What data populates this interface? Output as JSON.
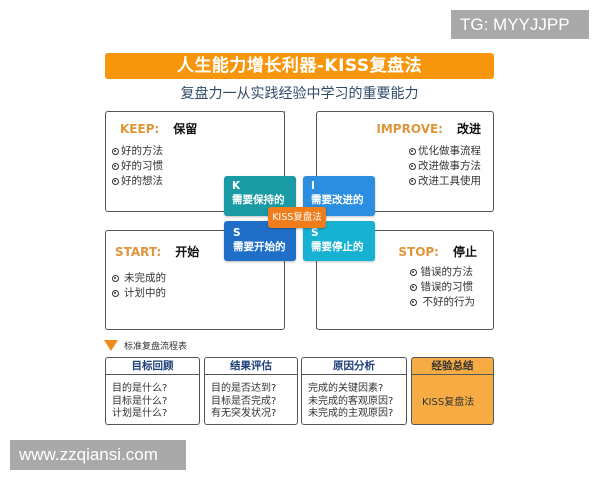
{
  "watermarks": {
    "top_right": "TG: MYYJJPP",
    "bottom_left": "www.zzqiansi.com"
  },
  "header": {
    "title": "人生能力增长利器-KISS复盘法",
    "subtitle": "复盘力一从实践经验中学习的重要能力"
  },
  "colors": {
    "banner": "#f7960b",
    "keep_tile": "#1a9aa5",
    "improve_tile": "#2b8ee0",
    "start_tile": "#1f6fc9",
    "stop_tile": "#17b2d3",
    "center_badge": "#ef7d1b",
    "heading_en": "#e0953a",
    "table_header_text": "#1e3f7a",
    "highlight_card": "#f6ac43"
  },
  "quadrants": {
    "keep": {
      "en": "KEEP:",
      "zh": "保留",
      "items": [
        "好的方法",
        "好的习惯",
        "好的想法"
      ]
    },
    "improve": {
      "en": "IMPROVE:",
      "zh": "改进",
      "items": [
        "优化做事流程",
        "改进做事方法",
        "改进工具使用"
      ]
    },
    "start": {
      "en": "START:",
      "zh": "开始",
      "items": [
        "未完成的",
        "计划中的"
      ]
    },
    "stop": {
      "en": "STOP:",
      "zh": "停止",
      "items": [
        "错误的方法",
        "错误的习惯",
        "不好的行为"
      ]
    }
  },
  "tiles": {
    "k": {
      "letter": "K",
      "label": "需要保持的"
    },
    "i": {
      "letter": "I",
      "label": "需要改进的"
    },
    "s_start": {
      "letter": "S",
      "label": "需要开始的"
    },
    "s_stop": {
      "letter": "S",
      "label": "需要停止的"
    }
  },
  "center_badge": "KISS复盘法",
  "process": {
    "title": "标准复盘流程表",
    "cards": [
      {
        "header": "目标回顾",
        "lines": [
          "目的是什么?",
          "目标是什么?",
          "计划是什么?"
        ]
      },
      {
        "header": "结果评估",
        "lines": [
          "目的是否达到?",
          "目标是否完成?",
          "有无突发状况?"
        ]
      },
      {
        "header": "原因分析",
        "lines": [
          "完成的关键因素?",
          "未完成的客观原因?",
          "未完成的主观原因?"
        ]
      },
      {
        "header": "经验总结",
        "lines": [
          "KISS复盘法"
        ]
      }
    ]
  }
}
